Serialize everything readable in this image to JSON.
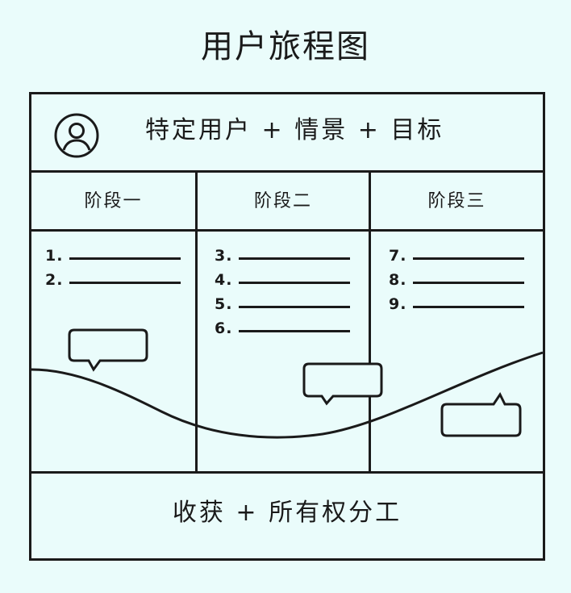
{
  "title": "用户旅程图",
  "header": {
    "persona_text": "特定用户 + 情景 + 目标",
    "avatar_icon": "user-avatar-icon"
  },
  "stages": [
    {
      "label": "阶段一",
      "items": [
        "1.",
        "2."
      ],
      "speech_bubble_icon": "speech-bubble-icon"
    },
    {
      "label": "阶段二",
      "items": [
        "3.",
        "4.",
        "5.",
        "6."
      ],
      "speech_bubble_icon": "speech-bubble-icon"
    },
    {
      "label": "阶段三",
      "items": [
        "7.",
        "8.",
        "9."
      ],
      "speech_bubble_icon": "speech-bubble-icon"
    }
  ],
  "footer": {
    "text": "收获 + 所有权分工"
  },
  "colors": {
    "background": "#eafcfb",
    "ink": "#1a1a1a"
  }
}
